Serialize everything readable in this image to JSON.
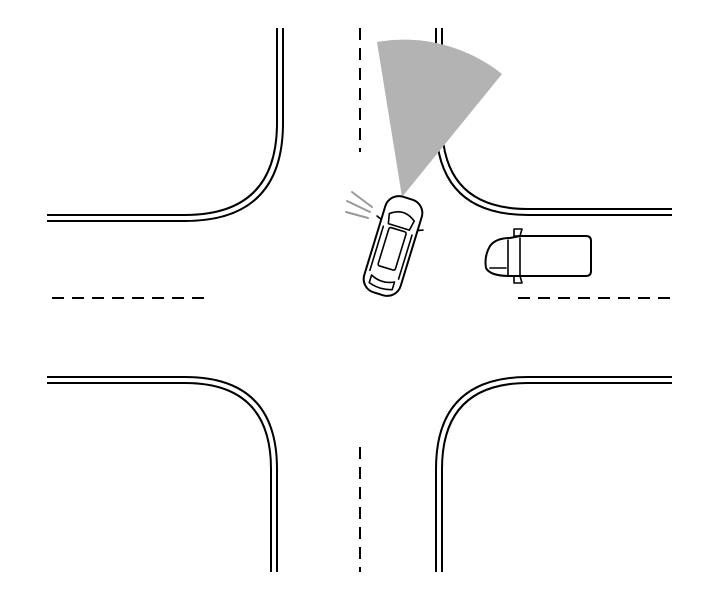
{
  "diagram": {
    "colors": {
      "background": "#ffffff",
      "line": "#000000",
      "sensor_zone": "#b3b3b3",
      "sensor_rays": "#999999"
    },
    "elements": [
      "road-edges",
      "lane-markings",
      "sensor-detection-zone",
      "turning-vehicle",
      "approaching-vehicle"
    ]
  }
}
